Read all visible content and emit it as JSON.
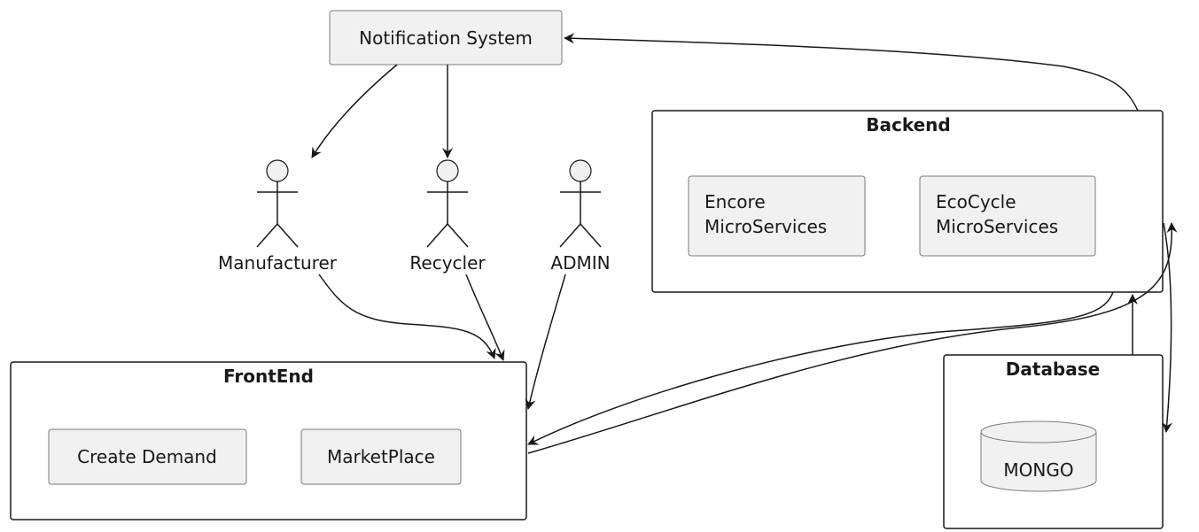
{
  "diagram": {
    "notification_system": "Notification System",
    "backend": {
      "title": "Backend",
      "encore": [
        "Encore",
        "MicroServices"
      ],
      "ecocycle": [
        "EcoCycle",
        "MicroServices"
      ]
    },
    "frontend": {
      "title": "FrontEnd",
      "create_demand": "Create Demand",
      "marketplace": "MarketPlace"
    },
    "database": {
      "title": "Database",
      "mongo": "MONGO"
    },
    "actors": {
      "manufacturer": "Manufacturer",
      "recycler": "Recycler",
      "admin": "ADMIN"
    },
    "colors": {
      "stroke": "#181818",
      "node_fill": "#f1f1f1",
      "node_border": "#7a7a7a",
      "background": "#ffffff"
    }
  }
}
